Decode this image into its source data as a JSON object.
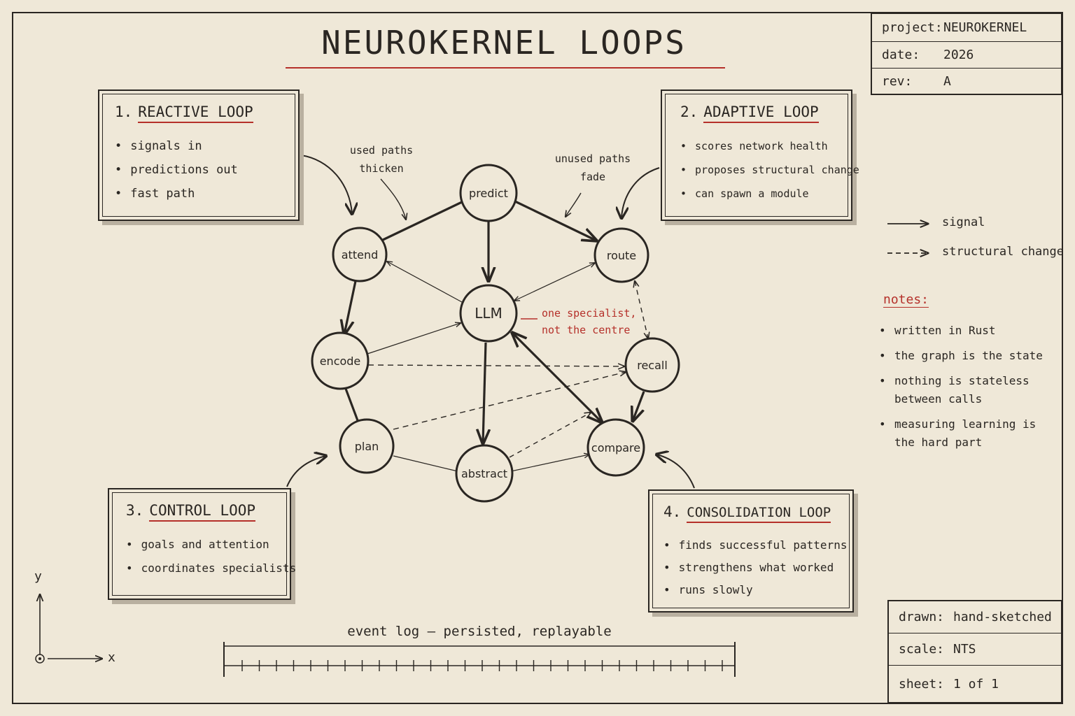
{
  "title": "NEUROKERNEL LOOPS",
  "title_block_top": [
    {
      "key": "project:",
      "value": "NEUROKERNEL"
    },
    {
      "key": "date:",
      "value": "2026"
    },
    {
      "key": "rev:",
      "value": "A"
    }
  ],
  "title_block_bottom": [
    {
      "key": "drawn:",
      "value": "hand-sketched"
    },
    {
      "key": "scale:",
      "value": "NTS"
    },
    {
      "key": "sheet:",
      "value": "1 of 1"
    }
  ],
  "loops": [
    {
      "num": "1.",
      "name": "REACTIVE LOOP",
      "items": [
        "signals in",
        "predictions out",
        "fast path"
      ]
    },
    {
      "num": "2.",
      "name": "ADAPTIVE LOOP",
      "items": [
        "scores network health",
        "proposes structural change",
        "can spawn a module"
      ]
    },
    {
      "num": "3.",
      "name": "CONTROL LOOP",
      "items": [
        "goals and attention",
        "coordinates specialists"
      ]
    },
    {
      "num": "4.",
      "name": "CONSOLIDATION LOOP",
      "items": [
        "finds successful patterns",
        "strengthens what worked",
        "runs slowly"
      ]
    }
  ],
  "nodes": {
    "predict": "predict",
    "attend": "attend",
    "route": "route",
    "llm": "LLM",
    "encode": "encode",
    "recall": "recall",
    "plan": "plan",
    "abstract": "abstract",
    "compare": "compare"
  },
  "annotations": {
    "used_paths": [
      "used paths",
      "thicken"
    ],
    "unused_paths": [
      "unused paths",
      "fade"
    ],
    "llm_note": [
      "one specialist,",
      "not the centre"
    ]
  },
  "legend": {
    "signal": "signal",
    "structural": "structural change"
  },
  "notes": {
    "heading": "notes:",
    "items": [
      "written in Rust",
      "the graph is the state",
      "nothing is stateless between calls",
      "measuring learning is the hard part"
    ]
  },
  "event_log": "event log – persisted, replayable",
  "axes": {
    "y": "y",
    "x": "x"
  },
  "colors": {
    "ink": "#2a2622",
    "accent": "#b5302a",
    "paper": "#efe8d8"
  }
}
